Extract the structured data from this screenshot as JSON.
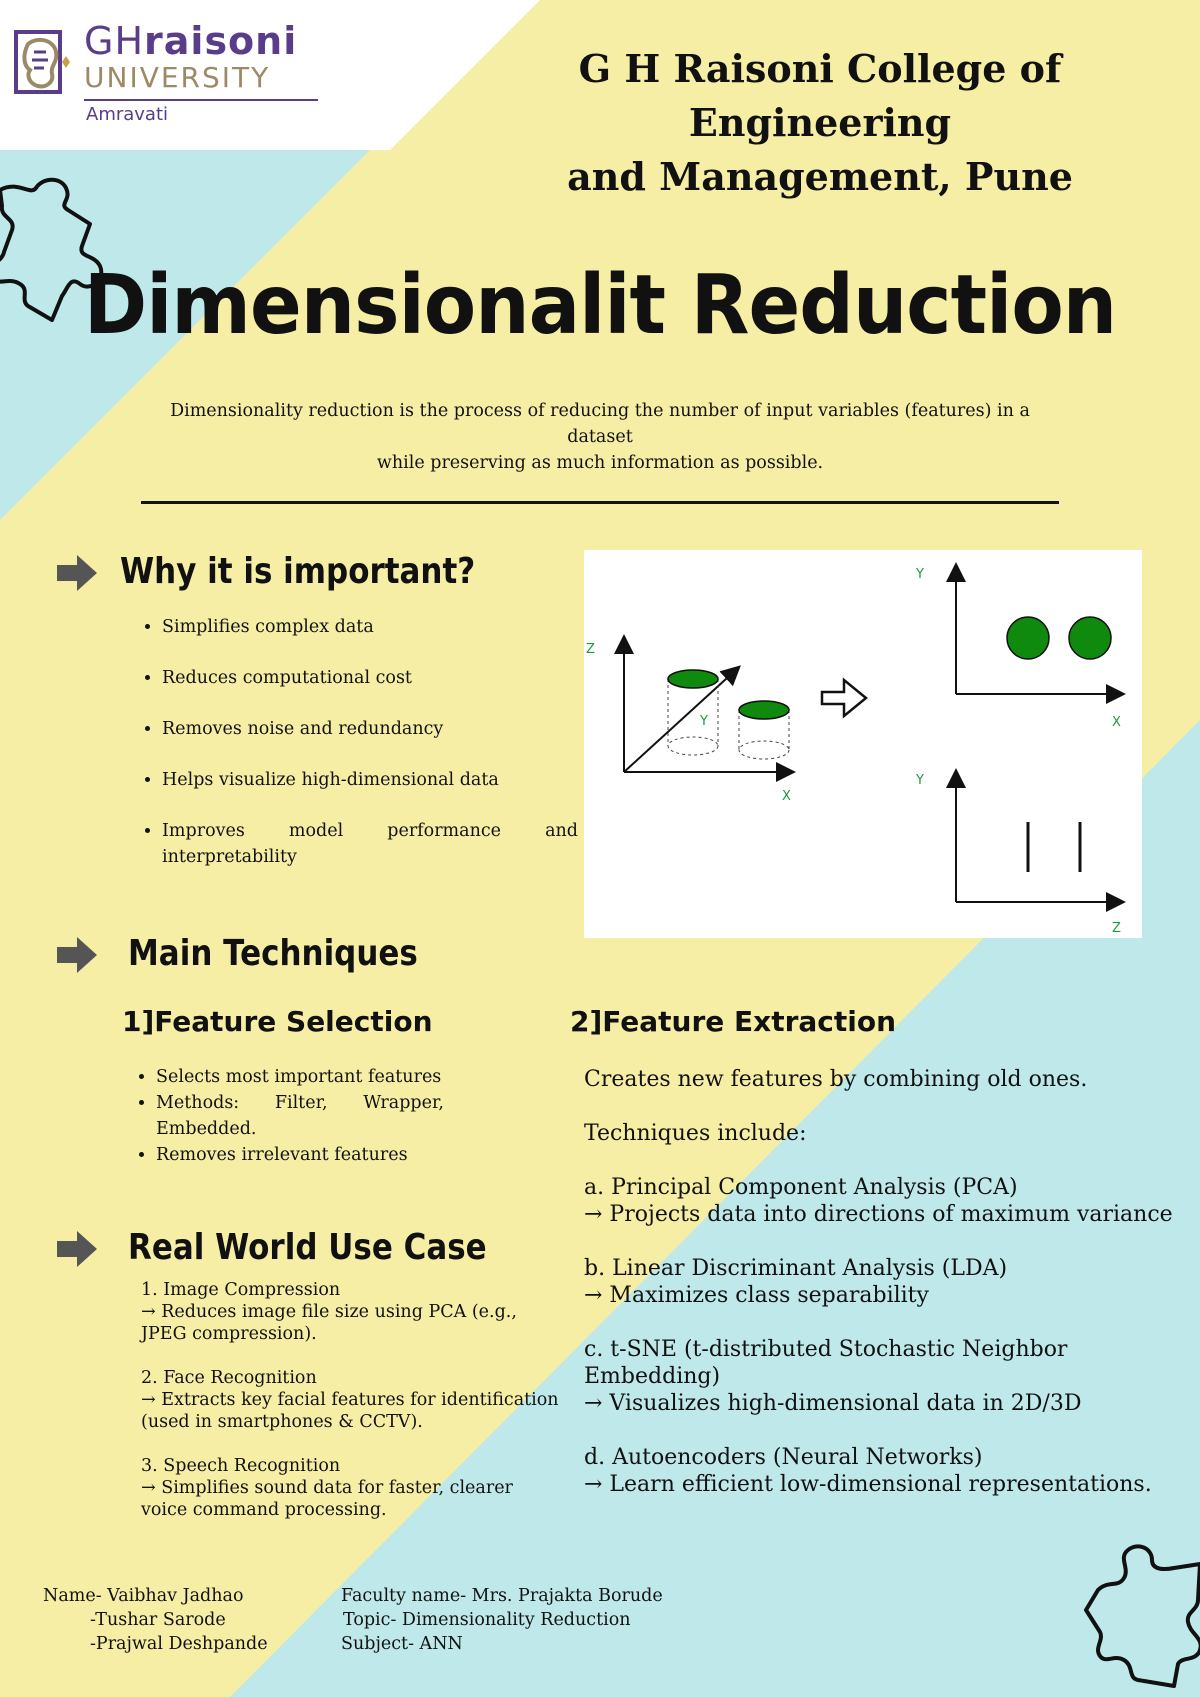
{
  "header": {
    "logo": {
      "gh": "GH",
      "raisoni": "raisoni",
      "university": "UNIVERSITY",
      "city": "Amravati"
    },
    "college_line1": "G H Raisoni College of Engineering",
    "college_line2": "and Management, Pune"
  },
  "title": "Dimensionalit Reduction",
  "intro_line1": "Dimensionality reduction is the process of reducing the number of input variables (features) in a dataset",
  "intro_line2": "while preserving as much information as possible.",
  "why": {
    "heading": "Why it is important?",
    "items": [
      "Simplifies complex data",
      "Reduces computational cost",
      "Removes noise and redundancy",
      "Helps visualize high-dimensional data",
      "Improves model performance and interpretability"
    ]
  },
  "figure": {
    "axis_labels": {
      "z3d": "Z",
      "y3d": "Y",
      "x3d": "X",
      "y_top": "Y",
      "x_top": "X",
      "y_bottom": "Y",
      "z_bottom": "Z"
    },
    "colors": {
      "disc": "#0f8a0f",
      "axis_label": "#1f9a3a"
    }
  },
  "techniques": {
    "heading": "Main Techniques",
    "selection": {
      "heading": "1]Feature Selection",
      "items": [
        "Selects most important features",
        "Methods: Filter, Wrapper, Embedded.",
        "Removes irrelevant features"
      ]
    },
    "extraction": {
      "heading": "2]Feature Extraction",
      "intro": "Creates new features by combining old ones.",
      "techniques_label": "Techniques include:",
      "items": [
        {
          "name": "a. Principal Component Analysis (PCA)",
          "desc": "→ Projects data into directions of maximum variance"
        },
        {
          "name": "b. Linear Discriminant Analysis (LDA)",
          "desc": "→ Maximizes class separability"
        },
        {
          "name": "c. t-SNE (t-distributed Stochastic Neighbor Embedding)",
          "desc": "→ Visualizes high-dimensional data in 2D/3D"
        },
        {
          "name": "d. Autoencoders (Neural Networks)",
          "desc": "→ Learn efficient low-dimensional representations."
        }
      ]
    }
  },
  "use_case": {
    "heading": "Real World Use Case",
    "items": [
      {
        "title": "1. Image Compression",
        "desc": "→ Reduces image file size using PCA (e.g., JPEG compression)."
      },
      {
        "title": "2. Face Recognition",
        "desc": "→ Extracts key facial features for identification (used in smartphones & CCTV)."
      },
      {
        "title": "3. Speech Recognition",
        "desc": "→ Simplifies sound data for faster, clearer voice command processing."
      }
    ]
  },
  "footer": {
    "names": [
      "Name- Vaibhav Jadhao",
      "-Tushar Sarode",
      "-Prajwal Deshpande"
    ],
    "faculty": "Faculty name- Mrs. Prajakta Borude",
    "topic": "Topic- Dimensionality Reduction",
    "subject": "Subject- ANN"
  },
  "colors": {
    "yellow": "#f7eea6",
    "cyan": "#bfe8ea",
    "purple": "#5a3d8a",
    "gold": "#9c8a66",
    "arrow": "#555555"
  }
}
